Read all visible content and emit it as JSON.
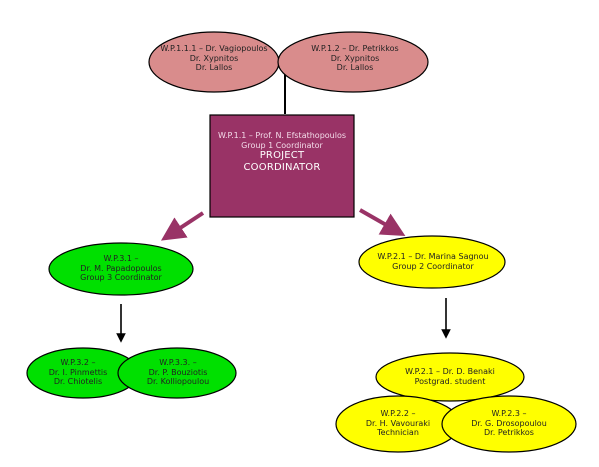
{
  "colors": {
    "pink_ellipse": "#d98c8c",
    "project_box": "#993366",
    "green_ellipse": "#00e000",
    "yellow_ellipse": "#ffff00",
    "arrow_purple": "#993366",
    "arrow_black": "#000000"
  },
  "nodes": {
    "wp111": {
      "lines": [
        "W.P.1.1.1 – Dr. Vagiopoulos",
        "Dr. Xypnitos",
        "Dr. Lallos"
      ]
    },
    "wp112": {
      "lines": [
        "W.P.1.2 – Dr. Petrikkos",
        "Dr. Xypnitos",
        "Dr. Lallos"
      ]
    },
    "coordinator": {
      "line1": "W.P.1.1 – Prof.  N. Efstathopoulos",
      "line2": "Group 1 Coordinator",
      "line3": "PROJECT",
      "line4": "COORDINATOR"
    },
    "wp31": {
      "lines": [
        "W.P.3.1 –",
        "Dr. M. Papadopoulos",
        "Group 3 Coordinator"
      ]
    },
    "wp32": {
      "lines": [
        "W.P.3.2 –",
        "Dr. I. Pinmettis",
        "Dr. Chiotelis"
      ]
    },
    "wp33": {
      "lines": [
        "W.P.3.3. –",
        "Dr. P. Bouziotis",
        "Dr. Kolliopoulou"
      ]
    },
    "wp21": {
      "lines": [
        "W.P.2.1 – Dr. Marina Sagnou",
        "Group 2 Coordinator"
      ]
    },
    "wp21b": {
      "lines": [
        "W.P.2.1 – Dr. D. Benaki",
        "Postgrad. student"
      ]
    },
    "wp22": {
      "lines": [
        "W.P.2.2 –",
        "Dr. H. Vavouraki",
        "Technician"
      ]
    },
    "wp23": {
      "lines": [
        "W.P.2.3 –",
        "Dr. G. Drosopoulou",
        "Dr. Petrikkos"
      ]
    }
  }
}
